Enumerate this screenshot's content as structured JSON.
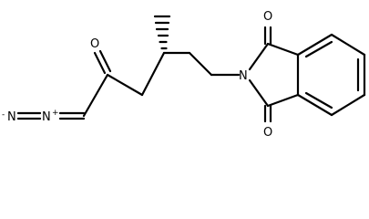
{
  "molecule": {
    "type": "structural-formula",
    "stereo": {
      "methyl_wedge_style": "hashed"
    },
    "atoms": {
      "o_ketone": "O",
      "diazo_n_terminal": "N",
      "diazo_n_terminal_charge": "-",
      "diazo_n_central": "N",
      "diazo_n_central_charge": "+",
      "o_imide_top": "O",
      "o_imide_bottom": "O",
      "n_imide": "N"
    }
  }
}
